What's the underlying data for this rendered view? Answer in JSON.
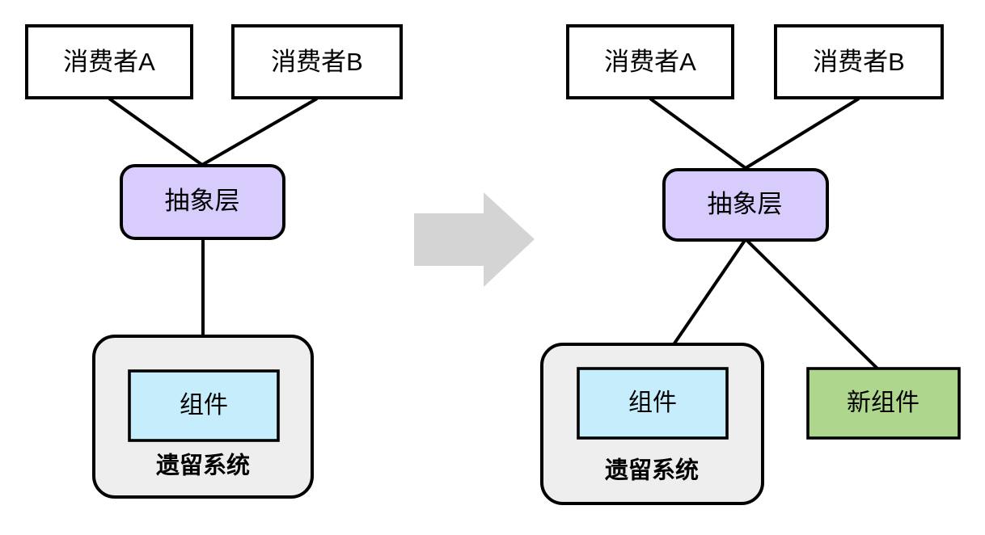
{
  "diagram": {
    "type": "before-after-architecture-diagram",
    "language": "zh-CN",
    "colors": {
      "abstraction_fill": "#d8ccfd",
      "component_fill": "#c5edfb",
      "new_component_fill": "#aed68c",
      "legacy_container_fill": "#eeeeee",
      "consumer_fill": "#ffffff",
      "stroke": "#000000",
      "arrow_fill": "#d4d4d4"
    },
    "panels": [
      {
        "id": "before",
        "name": "before-state",
        "nodes": {
          "consumer_a": {
            "label": "消费者A",
            "shape": "rect"
          },
          "consumer_b": {
            "label": "消费者B",
            "shape": "rect"
          },
          "abstraction": {
            "label": "抽象层",
            "shape": "rounded-rect"
          },
          "legacy_container": {
            "label": "遗留系统",
            "shape": "rounded-rect"
          },
          "component": {
            "label": "组件",
            "shape": "rect"
          }
        },
        "edges": [
          {
            "from": "consumer_a",
            "to": "abstraction"
          },
          {
            "from": "consumer_b",
            "to": "abstraction"
          },
          {
            "from": "abstraction",
            "to": "component"
          }
        ]
      },
      {
        "id": "after",
        "name": "after-state",
        "nodes": {
          "consumer_a": {
            "label": "消费者A",
            "shape": "rect"
          },
          "consumer_b": {
            "label": "消费者B",
            "shape": "rect"
          },
          "abstraction": {
            "label": "抽象层",
            "shape": "rounded-rect"
          },
          "legacy_container": {
            "label": "遗留系统",
            "shape": "rounded-rect"
          },
          "component": {
            "label": "组件",
            "shape": "rect"
          },
          "new_component": {
            "label": "新组件",
            "shape": "rect"
          }
        },
        "edges": [
          {
            "from": "consumer_a",
            "to": "abstraction"
          },
          {
            "from": "consumer_b",
            "to": "abstraction"
          },
          {
            "from": "abstraction",
            "to": "component"
          },
          {
            "from": "abstraction",
            "to": "new_component"
          }
        ]
      }
    ],
    "transition": {
      "icon": "right-arrow-icon",
      "label": ""
    }
  }
}
